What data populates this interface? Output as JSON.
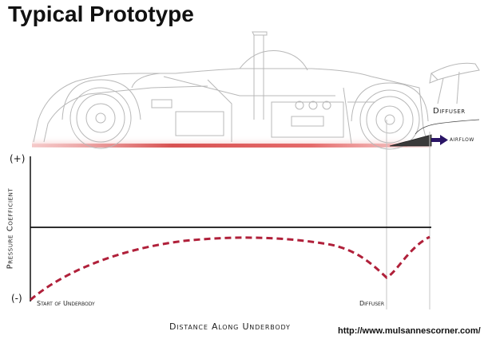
{
  "title": "Typical Prototype",
  "car_labels": {
    "diffuser": "Diffuser",
    "airflow": "airflow"
  },
  "colors": {
    "car_lines": "#b8b8b8",
    "ground_shade": "#d23a3a",
    "curve": "#b0203a",
    "axis": "#111111",
    "airflow_arrow": "#2a1466"
  },
  "plot": {
    "y_top_label": "(+)",
    "y_bottom_label": "(-)",
    "y_axis_label": "Pressure Coefficient",
    "x_axis_label": "Distance Along Underbody",
    "x_start_label": "Start of Underbody",
    "x_diffuser_label": "Diffuser",
    "curve_style": "dashed"
  },
  "url": "http://www.mulsannescorner.com/"
}
